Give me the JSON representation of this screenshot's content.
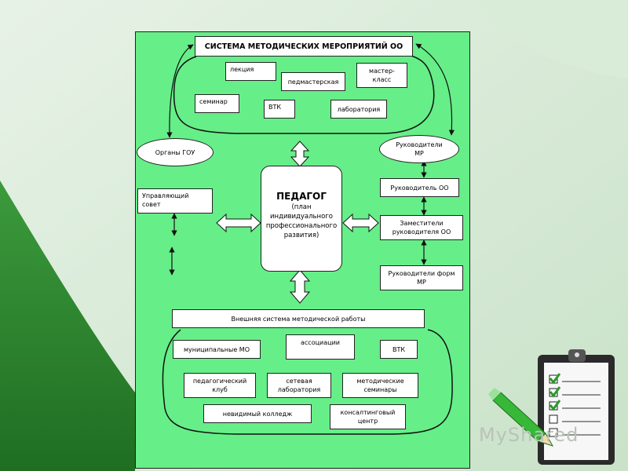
{
  "title": "СИСТЕМА МЕТОДИЧЕСКИХ МЕРОПРИЯТИЙ ОО",
  "top_items": {
    "lecture": "лекция",
    "ped_workshop": "педмастерская",
    "master_class": "мастер-\nкласс",
    "seminar": "семинар",
    "vtk": "ВТК",
    "laboratory": "лаборатория"
  },
  "left": {
    "organs": "Органы ГОУ",
    "council": "Управляющий\nсовет"
  },
  "center": {
    "title": "ПЕДАГОГ",
    "subtitle": "(план\nиндивидуального\nпрофессионального\nразвития)"
  },
  "right": {
    "leaders_mr": "Руководители\nМР",
    "head_oo": "Руководитель ОО",
    "deputies": "Заместители\nруководителя ОО",
    "heads_forms_mr": "Руководители форм\nМР"
  },
  "external": {
    "title": "Внешняя система методической работы",
    "municipal_mo": "муниципальные МО",
    "associations": "ассоциации",
    "vtk": "ВТК",
    "ped_club": "педагогический\nклуб",
    "network_lab": "сетевая\nлаборатория",
    "method_seminars": "методические\nсеминары",
    "invisible_college": "невидимый колледж",
    "consulting_center": "консалтинговый\nцентр"
  },
  "watermark": "MyShared",
  "colors": {
    "panel": "#66ee88",
    "background": "#d4ead4",
    "accent_green": "#2f8a2f"
  },
  "decor_icons": [
    "clipboard-checklist-icon",
    "green-pencil-icon"
  ]
}
